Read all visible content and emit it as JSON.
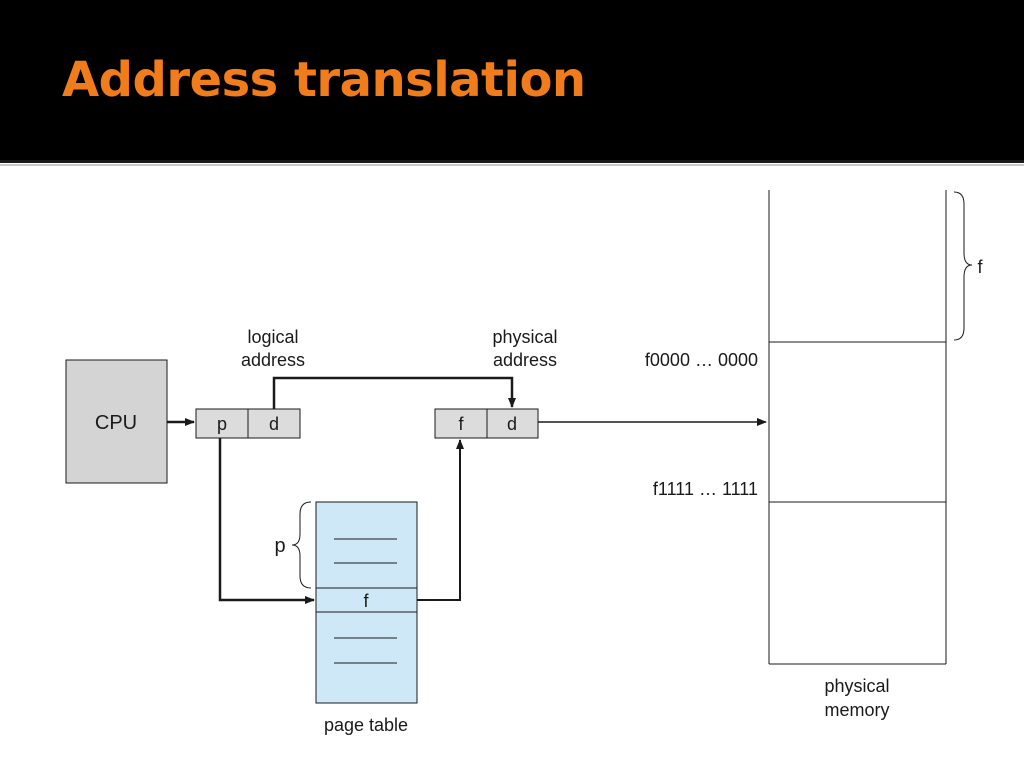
{
  "slide": {
    "title": "Address translation",
    "title_color": "#f07c1c",
    "title_bar_color": "#000000"
  },
  "diagram": {
    "cpu_label": "CPU",
    "logical_address": {
      "label_line1": "logical",
      "label_line2": "address",
      "fields": [
        "p",
        "d"
      ]
    },
    "physical_address": {
      "label_line1": "physical",
      "label_line2": "address",
      "fields": [
        "f",
        "d"
      ]
    },
    "page_table": {
      "label": "page table",
      "entry_label": "f",
      "brace_label": "p",
      "fill_color": "#cfe8f8"
    },
    "physical_memory": {
      "label_line1": "physical",
      "label_line2": "memory",
      "frame_brace_label": "f",
      "range_start": "f0000 … 0000",
      "range_end": "f1111 … 1111"
    },
    "colors": {
      "cpu_fill": "#d4d4d4",
      "register_fill": "#dcdcdc",
      "line": "#1a1a1a"
    }
  }
}
